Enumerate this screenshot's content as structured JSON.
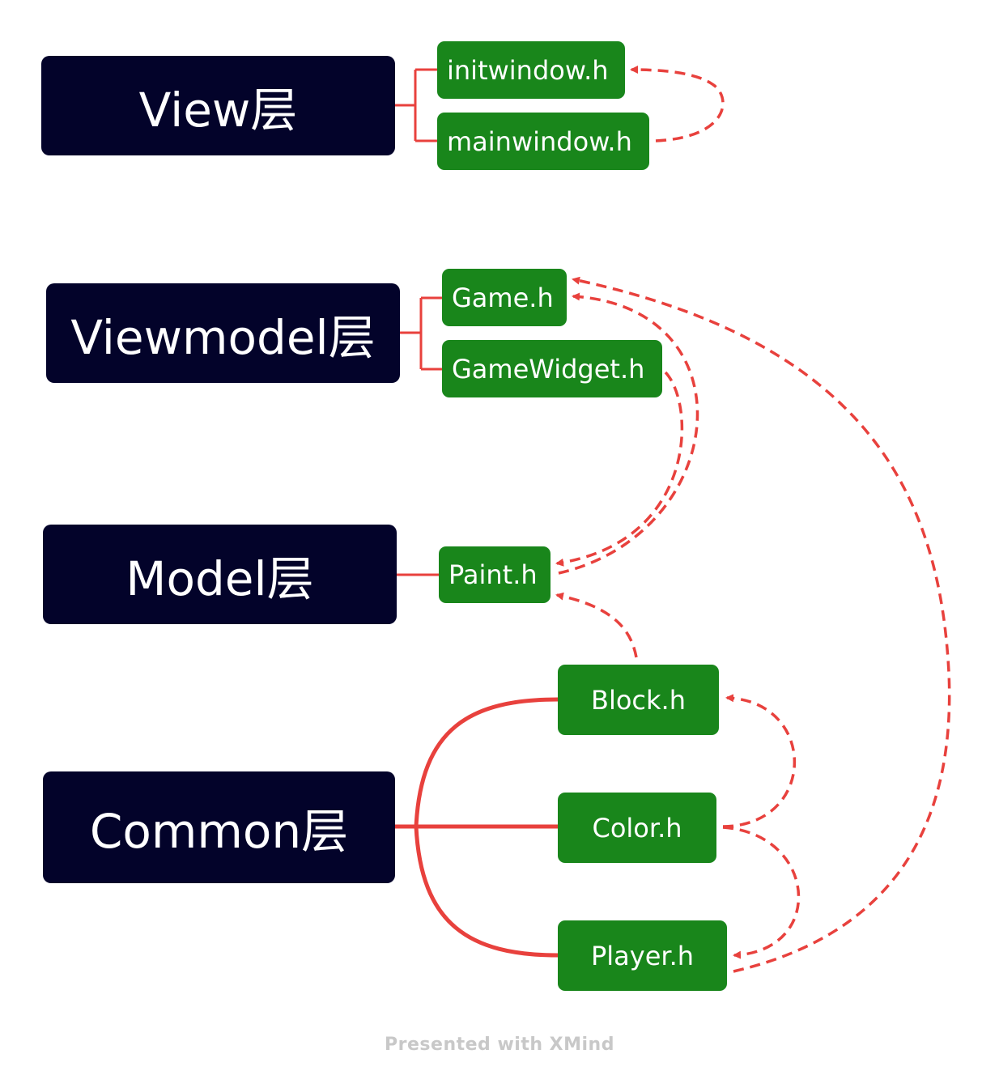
{
  "layers": {
    "view": "View层",
    "viewmodel": "Viewmodel层",
    "model": "Model层",
    "common": "Common层"
  },
  "files": {
    "initwindow": "initwindow.h",
    "mainwindow": "mainwindow.h",
    "game": "Game.h",
    "gamewidget": "GameWidget.h",
    "paint": "Paint.h",
    "block": "Block.h",
    "color": "Color.h",
    "player": "Player.h"
  },
  "footer": "Presented with XMind",
  "colors": {
    "layer_bg": "#03032a",
    "file_bg": "#19861b",
    "connector": "#e8413d",
    "footer_text": "#c8c8c8"
  }
}
